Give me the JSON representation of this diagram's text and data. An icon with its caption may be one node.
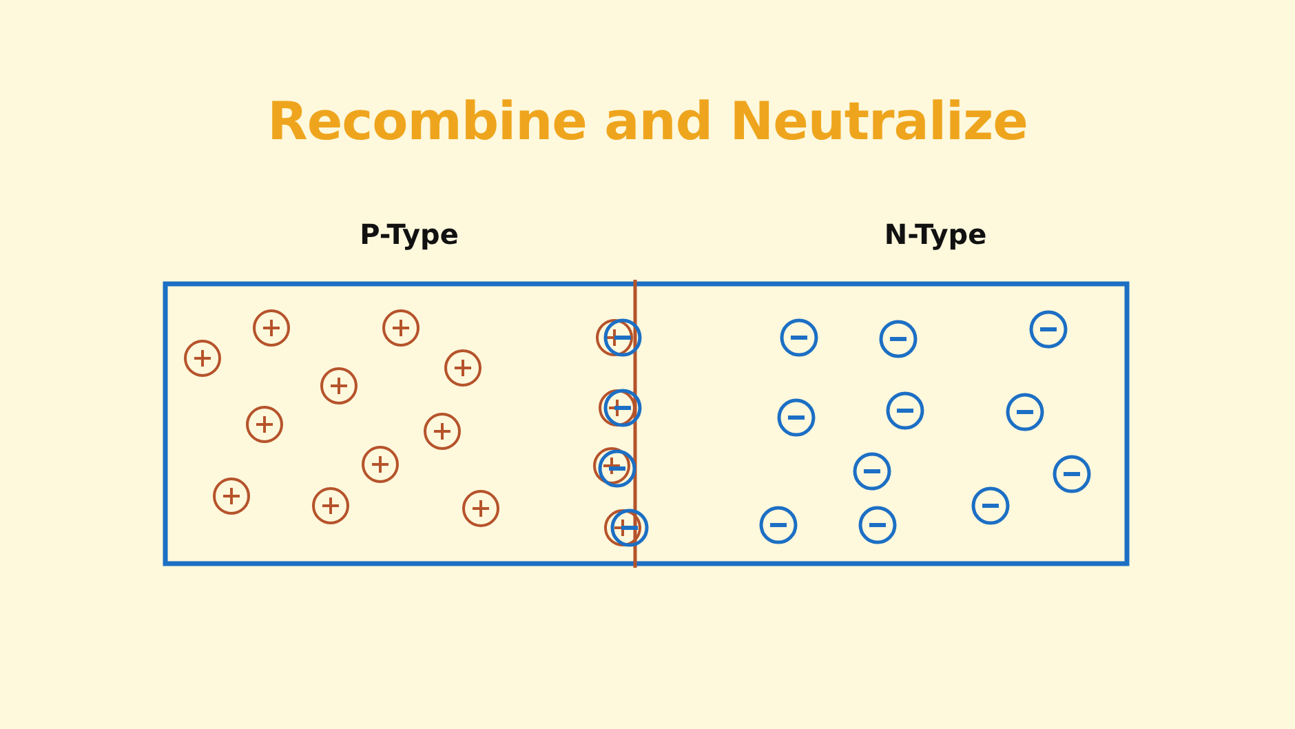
{
  "diagram": {
    "title": "Recombine and Neutralize",
    "nodes": [
      {
        "text": [
          "P-Type"
        ]
      },
      {
        "text": [
          "N-Type"
        ]
      }
    ]
  }
}
